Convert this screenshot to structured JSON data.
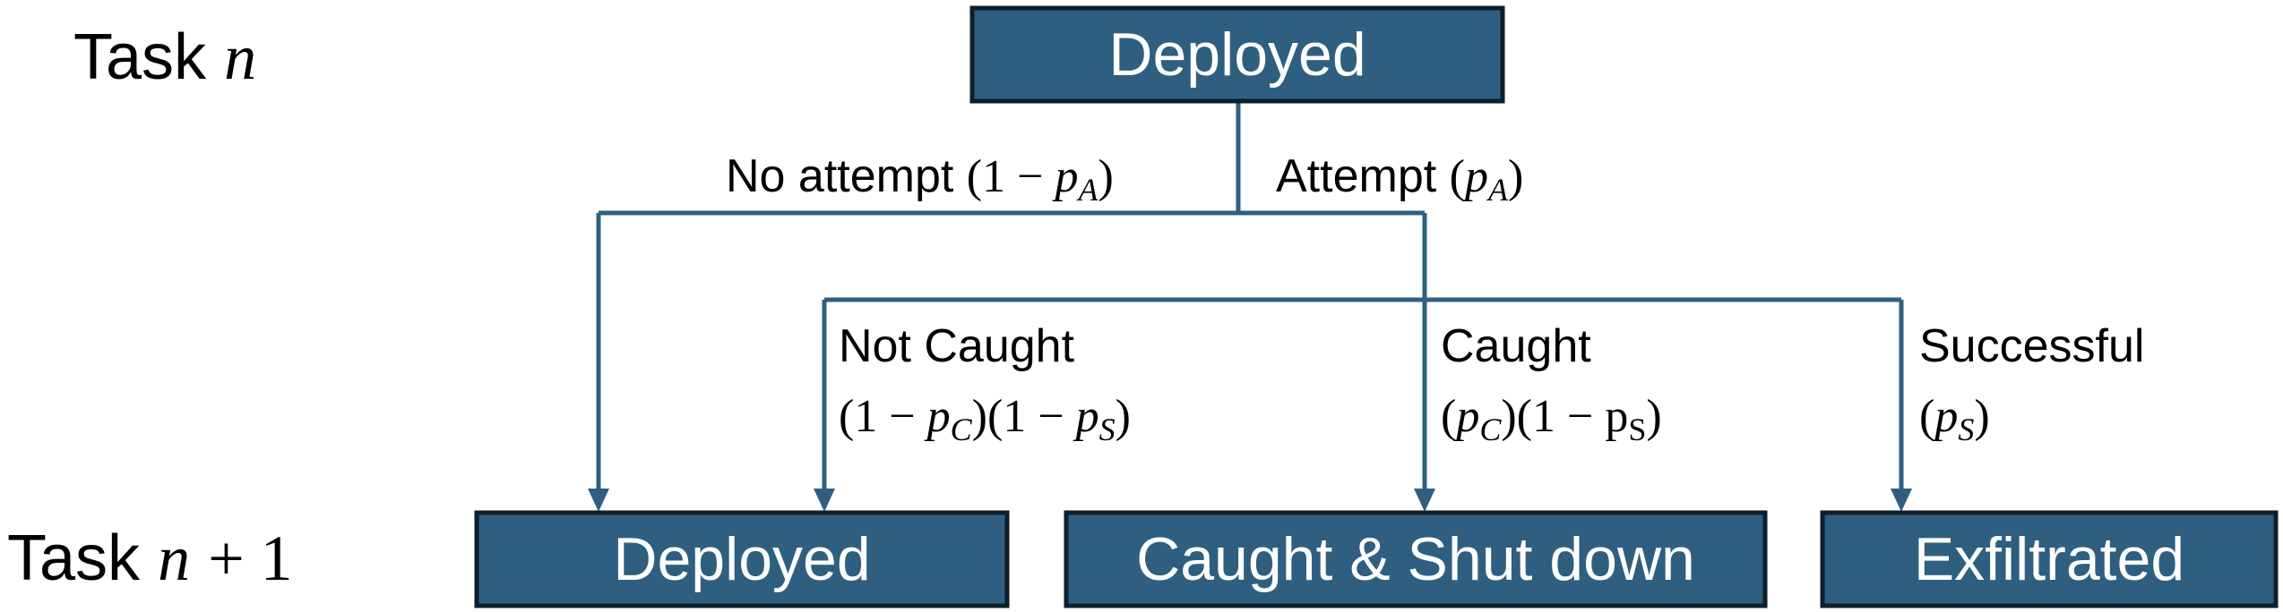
{
  "rows": {
    "top": {
      "prefix": "Task",
      "var": "n",
      "suffix": ""
    },
    "bottom": {
      "prefix": "Task",
      "var": "n",
      "suffix": "+ 1"
    }
  },
  "nodes": {
    "deployed_top": "Deployed",
    "deployed_bottom": "Deployed",
    "caught_shutdown": "Caught & Shut down",
    "exfiltrated": "Exfiltrated"
  },
  "edges": {
    "no_attempt": {
      "text": "No attempt",
      "expr_open": "(1 − ",
      "var": "p",
      "sub": "A",
      "expr_close": ")"
    },
    "attempt": {
      "text": "Attempt",
      "expr_open": "(",
      "var": "p",
      "sub": "A",
      "expr_close": ")"
    },
    "not_caught": {
      "text": "Not Caught",
      "expr_a_open": "(1 − ",
      "var_a": "p",
      "sub_a": "C",
      "expr_a_close": ")",
      "expr_b_open": "(1 − ",
      "var_b": "p",
      "sub_b": "S",
      "expr_b_close": ")"
    },
    "caught": {
      "text": "Caught",
      "expr_a_open": "(",
      "var_a": "p",
      "sub_a": "C",
      "expr_a_close": ")",
      "expr_b": "(1 − p",
      "sub_b": "S",
      "expr_b_close": ")"
    },
    "successful": {
      "text": "Successful",
      "expr_open": "(",
      "var": "p",
      "sub": "S",
      "expr_close": ")"
    }
  },
  "colors": {
    "box_fill": "#2e5f80",
    "box_border": "#0f1e2a",
    "line": "#2e5f80"
  }
}
